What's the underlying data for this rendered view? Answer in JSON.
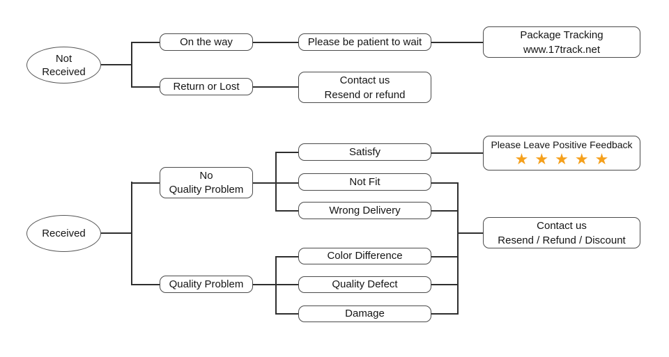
{
  "colors": {
    "star": "#F5A01B",
    "line": "#2e2e2e",
    "box_border": "#4a4a4a",
    "text": "#141414",
    "background": "#ffffff"
  },
  "icons": {
    "star": "★"
  },
  "flow_not_received": {
    "root": "Not\nReceived",
    "on_the_way": "On the way",
    "be_patient": "Please be patient to wait",
    "package_tracking": "Package Tracking\nwww.17track.net",
    "return_or_lost": "Return or Lost",
    "contact_us": "Contact us\nResend or refund"
  },
  "flow_received": {
    "root": "Received",
    "no_quality_problem": "No\nQuality Problem",
    "satisfy": "Satisfy",
    "not_fit": "Not Fit",
    "wrong_delivery": "Wrong Delivery",
    "positive_feedback": "Please Leave Positive Feedback",
    "star_count": 5,
    "quality_problem": "Quality Problem",
    "color_difference": "Color Difference",
    "quality_defect": "Quality Defect",
    "damage": "Damage",
    "contact_us": "Contact us\nResend / Refund / Discount"
  }
}
